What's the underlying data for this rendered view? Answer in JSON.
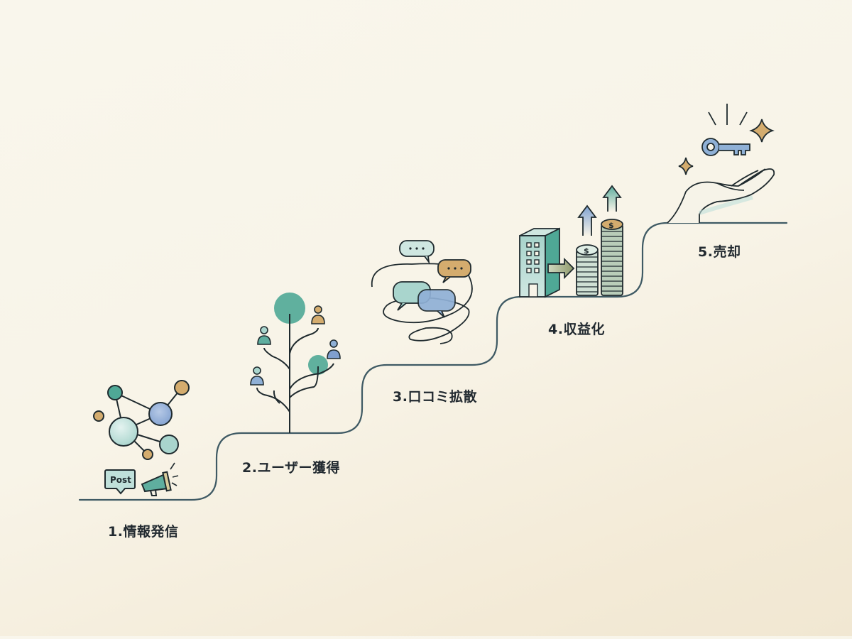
{
  "diagram": {
    "type": "staircase-process",
    "colors": {
      "background": "#f8f4e8",
      "path_stroke": "#3f5a64",
      "teal": "#4fa896",
      "light_teal": "#bfe0da",
      "blue": "#8fb0d6",
      "gold": "#d4ac6e",
      "outline": "#1f2a2e"
    },
    "steps": [
      {
        "number": "1",
        "label": "1.情報発信",
        "icon": "network-megaphone-icon",
        "post_badge": "Post"
      },
      {
        "number": "2",
        "label": "2.ユーザー獲得",
        "icon": "user-tree-icon"
      },
      {
        "number": "3",
        "label": "3.口コミ拡散",
        "icon": "chat-bubbles-spiral-icon"
      },
      {
        "number": "4",
        "label": "4.収益化",
        "icon": "building-coins-icon"
      },
      {
        "number": "5",
        "label": "5.売却",
        "icon": "hand-key-icon"
      }
    ]
  }
}
